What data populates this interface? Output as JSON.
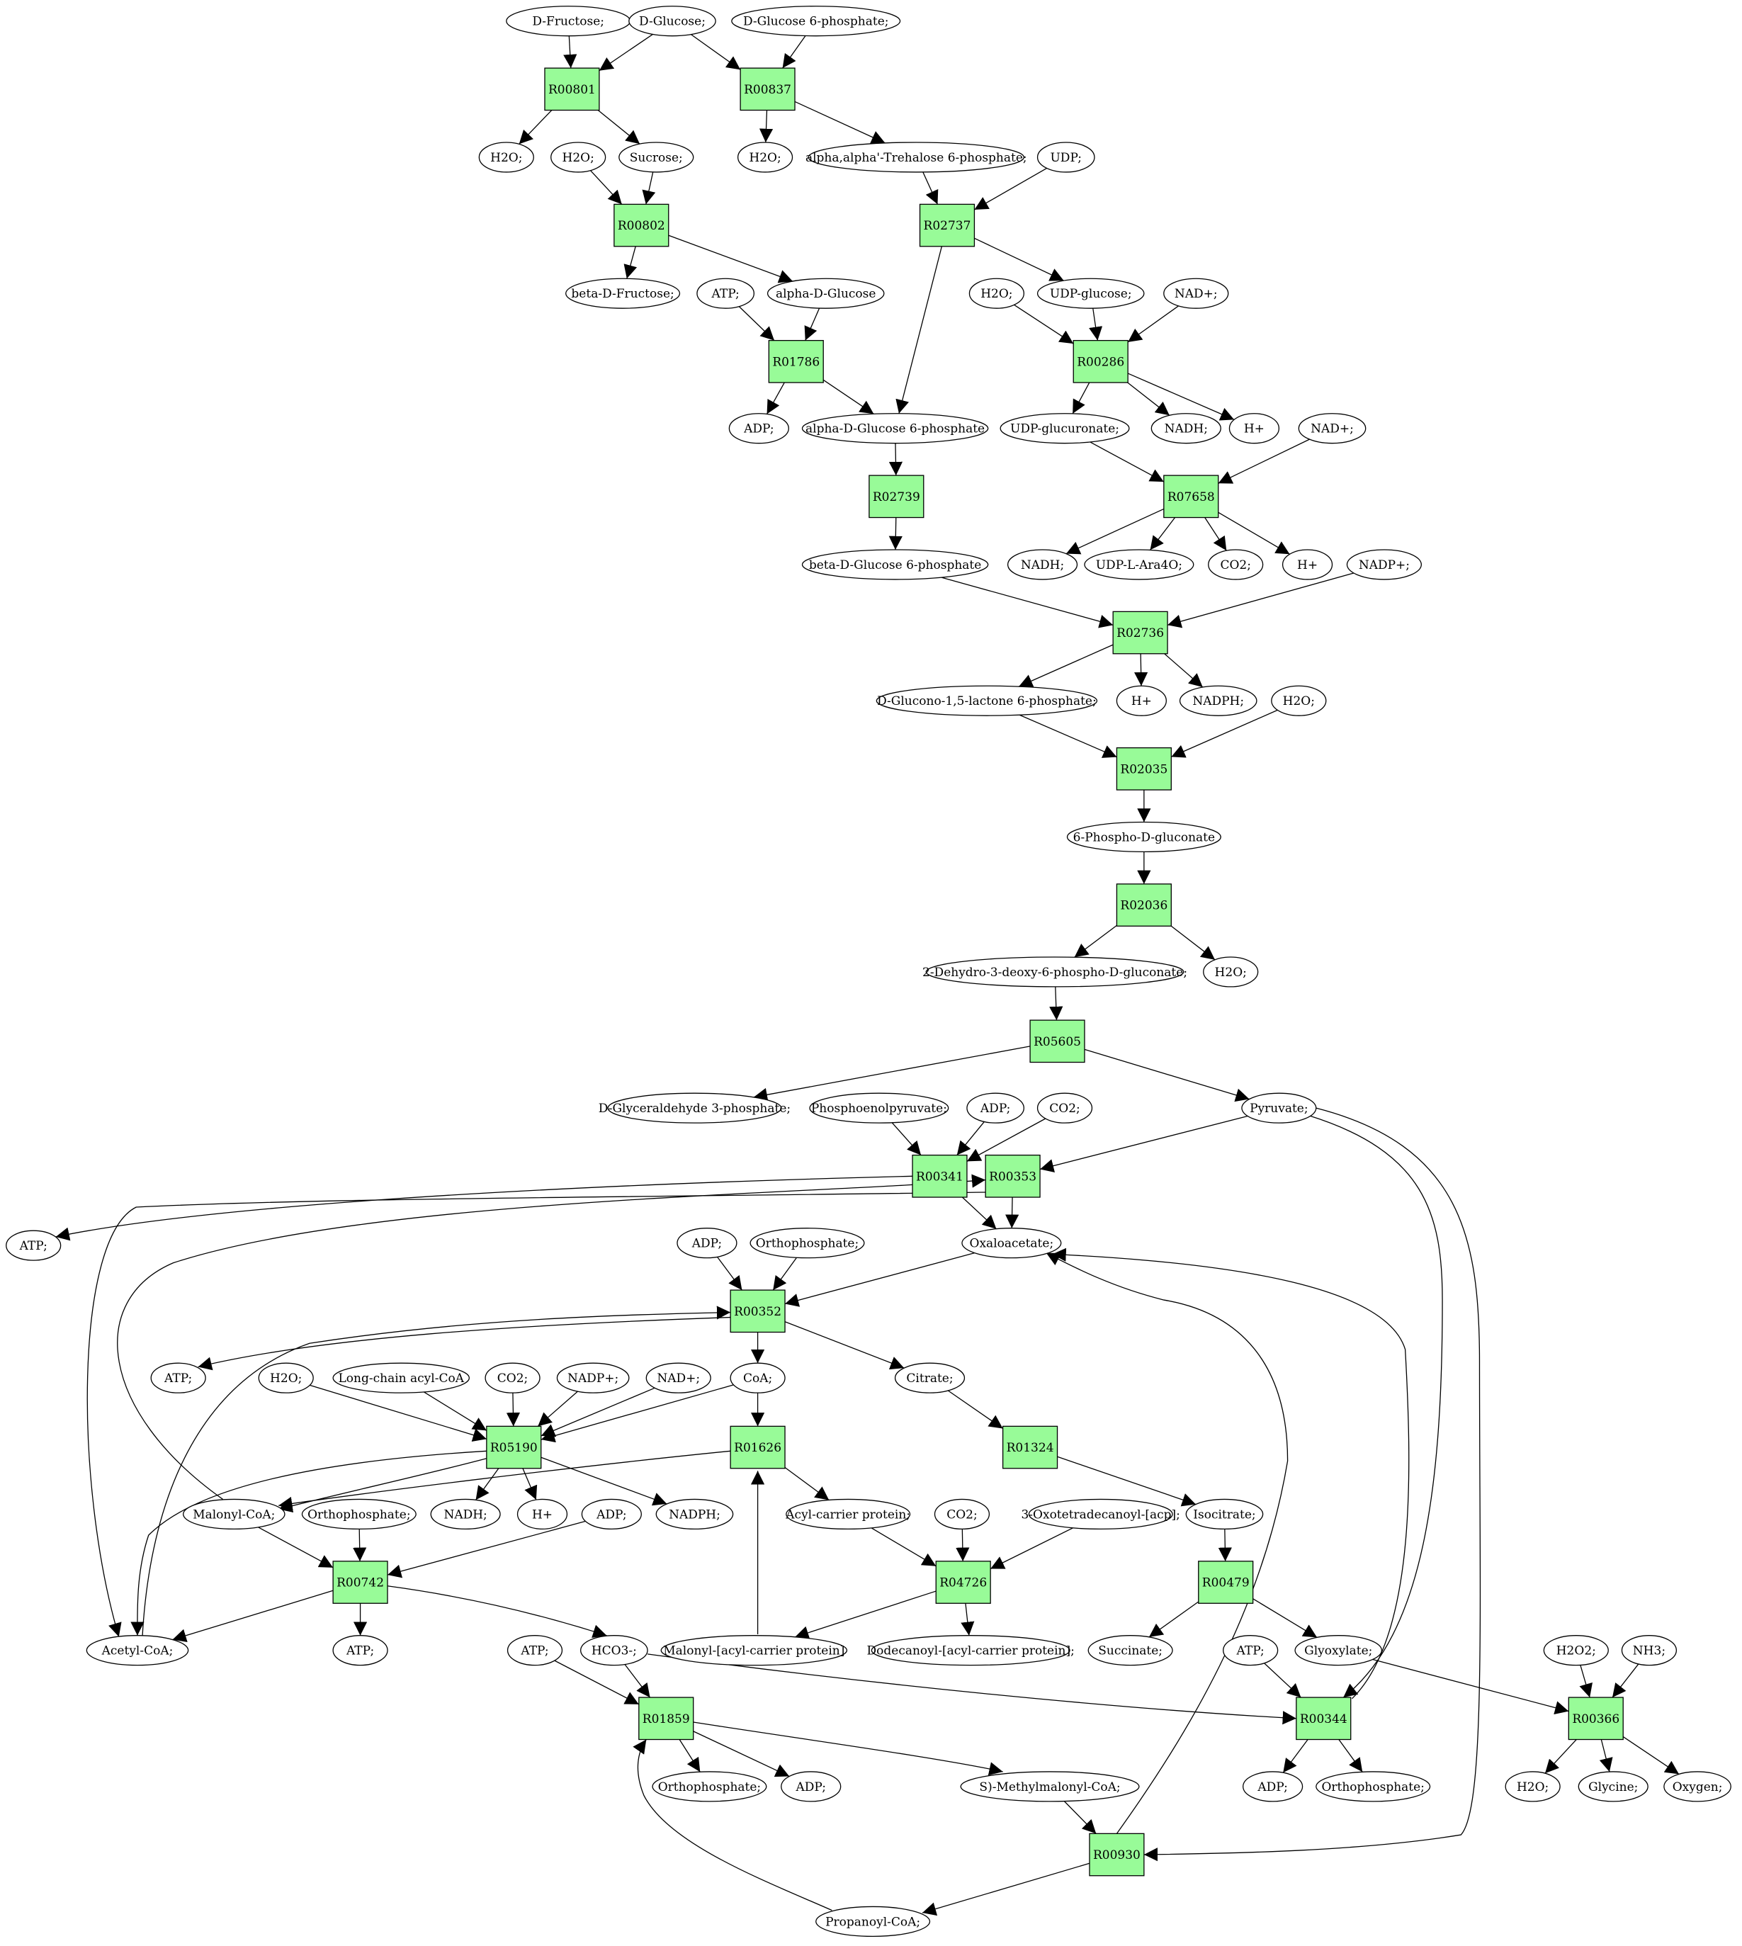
{
  "colors": {
    "reaction_fill": "#98fb98",
    "start_fill": "#00ff00",
    "target_fill": "#ffff00",
    "compound_fill": "#ffffff",
    "stroke": "#000000"
  },
  "nodes": [
    {
      "id": "n_dfructose",
      "kind": "compound",
      "label": "D-Fructose;"
    },
    {
      "id": "n_dglucose",
      "kind": "start",
      "label": "D-Glucose;"
    },
    {
      "id": "n_dg6p_top",
      "kind": "compound",
      "label": "D-Glucose 6-phosphate;"
    },
    {
      "id": "R00801",
      "kind": "reaction",
      "label": "R00801"
    },
    {
      "id": "R00837",
      "kind": "reaction",
      "label": "R00837"
    },
    {
      "id": "n_h2o_a",
      "kind": "compound",
      "label": "H2O;"
    },
    {
      "id": "n_h2o_b",
      "kind": "compound",
      "label": "H2O;"
    },
    {
      "id": "n_sucrose",
      "kind": "compound",
      "label": "Sucrose;"
    },
    {
      "id": "n_h2o_c",
      "kind": "compound",
      "label": "H2O;"
    },
    {
      "id": "n_trehalose6p",
      "kind": "compound",
      "label": "alpha,alpha'-Trehalose 6-phosphate;"
    },
    {
      "id": "n_udp",
      "kind": "compound",
      "label": "UDP;"
    },
    {
      "id": "R00802",
      "kind": "reaction",
      "label": "R00802"
    },
    {
      "id": "R02737",
      "kind": "reaction",
      "label": "R02737"
    },
    {
      "id": "n_betafructose",
      "kind": "compound",
      "label": "beta-D-Fructose;"
    },
    {
      "id": "n_atp_a",
      "kind": "compound",
      "label": "ATP;"
    },
    {
      "id": "n_alphaglucose",
      "kind": "compound",
      "label": "alpha-D-Glucose"
    },
    {
      "id": "n_h2o_d",
      "kind": "compound",
      "label": "H2O;"
    },
    {
      "id": "n_udpglucose",
      "kind": "compound",
      "label": "UDP-glucose;"
    },
    {
      "id": "n_nad_a",
      "kind": "compound",
      "label": "NAD+;"
    },
    {
      "id": "R01786",
      "kind": "reaction",
      "label": "R01786"
    },
    {
      "id": "R00286",
      "kind": "reaction",
      "label": "R00286"
    },
    {
      "id": "n_adp_a",
      "kind": "compound",
      "label": "ADP;"
    },
    {
      "id": "n_ag6p",
      "kind": "compound",
      "label": "alpha-D-Glucose 6-phosphate"
    },
    {
      "id": "n_udpglucuronate",
      "kind": "compound",
      "label": "UDP-glucuronate;"
    },
    {
      "id": "n_nadh_a",
      "kind": "compound",
      "label": "NADH;"
    },
    {
      "id": "n_hplus_a",
      "kind": "compound",
      "label": "H+"
    },
    {
      "id": "n_nad_b",
      "kind": "compound",
      "label": "NAD+;"
    },
    {
      "id": "R02739",
      "kind": "reaction",
      "label": "R02739"
    },
    {
      "id": "R07658",
      "kind": "reaction",
      "label": "R07658"
    },
    {
      "id": "n_bg6p",
      "kind": "compound",
      "label": "beta-D-Glucose 6-phosphate"
    },
    {
      "id": "n_nadh_b",
      "kind": "compound",
      "label": "NADH;"
    },
    {
      "id": "n_udplara4o",
      "kind": "compound",
      "label": "UDP-L-Ara4O;"
    },
    {
      "id": "n_co2_a",
      "kind": "compound",
      "label": "CO2;"
    },
    {
      "id": "n_hplus_b",
      "kind": "compound",
      "label": "H+"
    },
    {
      "id": "n_nadp_a",
      "kind": "compound",
      "label": "NADP+;"
    },
    {
      "id": "R02736",
      "kind": "reaction",
      "label": "R02736"
    },
    {
      "id": "n_glucono",
      "kind": "compound",
      "label": "D-Glucono-1,5-lactone 6-phosphate;"
    },
    {
      "id": "n_hplus_c",
      "kind": "compound",
      "label": "H+"
    },
    {
      "id": "n_nadph_a",
      "kind": "compound",
      "label": "NADPH;"
    },
    {
      "id": "n_h2o_e",
      "kind": "compound",
      "label": "H2O;"
    },
    {
      "id": "R02035",
      "kind": "reaction",
      "label": "R02035"
    },
    {
      "id": "n_6pg",
      "kind": "compound",
      "label": "6-Phospho-D-gluconate"
    },
    {
      "id": "R02036",
      "kind": "reaction",
      "label": "R02036"
    },
    {
      "id": "n_kdpg",
      "kind": "compound",
      "label": "2-Dehydro-3-deoxy-6-phospho-D-gluconate;"
    },
    {
      "id": "n_h2o_f",
      "kind": "compound",
      "label": "H2O;"
    },
    {
      "id": "R05605",
      "kind": "reaction",
      "label": "R05605"
    },
    {
      "id": "n_gap",
      "kind": "compound",
      "label": "D-Glyceraldehyde 3-phosphate;"
    },
    {
      "id": "n_pep",
      "kind": "compound",
      "label": "Phosphoenolpyruvate;"
    },
    {
      "id": "n_adp_b",
      "kind": "compound",
      "label": "ADP;"
    },
    {
      "id": "n_co2_b",
      "kind": "compound",
      "label": "CO2;"
    },
    {
      "id": "n_pyruvate",
      "kind": "compound",
      "label": "Pyruvate;"
    },
    {
      "id": "R00341",
      "kind": "reaction",
      "label": "R00341"
    },
    {
      "id": "R00353",
      "kind": "reaction",
      "label": "R00353"
    },
    {
      "id": "n_atp_b",
      "kind": "compound",
      "label": "ATP;"
    },
    {
      "id": "n_adp_c",
      "kind": "compound",
      "label": "ADP;"
    },
    {
      "id": "n_orthop_a",
      "kind": "compound",
      "label": "Orthophosphate;"
    },
    {
      "id": "n_oaa",
      "kind": "compound",
      "label": "Oxaloacetate;"
    },
    {
      "id": "R00352",
      "kind": "reaction",
      "label": "R00352"
    },
    {
      "id": "n_atp_c",
      "kind": "compound",
      "label": "ATP;"
    },
    {
      "id": "n_h2o_g",
      "kind": "compound",
      "label": "H2O;"
    },
    {
      "id": "n_lcacoa",
      "kind": "compound",
      "label": "Long-chain acyl-CoA"
    },
    {
      "id": "n_co2_c",
      "kind": "compound",
      "label": "CO2;"
    },
    {
      "id": "n_nadp_b",
      "kind": "compound",
      "label": "NADP+;"
    },
    {
      "id": "n_nad_c",
      "kind": "compound",
      "label": "NAD+;"
    },
    {
      "id": "n_coa",
      "kind": "compound",
      "label": "CoA;"
    },
    {
      "id": "n_citrate",
      "kind": "compound",
      "label": "Citrate;"
    },
    {
      "id": "R05190",
      "kind": "reaction",
      "label": "R05190"
    },
    {
      "id": "R01626",
      "kind": "reaction",
      "label": "R01626"
    },
    {
      "id": "R01324",
      "kind": "reaction",
      "label": "R01324"
    },
    {
      "id": "n_malonylcoa",
      "kind": "compound",
      "label": "Malonyl-CoA;"
    },
    {
      "id": "n_orthop_b",
      "kind": "compound",
      "label": "Orthophosphate;"
    },
    {
      "id": "n_nadh_c",
      "kind": "compound",
      "label": "NADH;"
    },
    {
      "id": "n_hplus_d",
      "kind": "compound",
      "label": "H+"
    },
    {
      "id": "n_adp_d",
      "kind": "compound",
      "label": "ADP;"
    },
    {
      "id": "n_nadph_b",
      "kind": "compound",
      "label": "NADPH;"
    },
    {
      "id": "n_acp",
      "kind": "compound",
      "label": "Acyl-carrier protein;"
    },
    {
      "id": "n_co2_d",
      "kind": "compound",
      "label": "CO2;"
    },
    {
      "id": "n_oxotetra",
      "kind": "compound",
      "label": "3-Oxotetradecanoyl-[acp];"
    },
    {
      "id": "n_isocitrate",
      "kind": "compound",
      "label": "Isocitrate;"
    },
    {
      "id": "R00742",
      "kind": "reaction",
      "label": "R00742"
    },
    {
      "id": "R04726",
      "kind": "reaction",
      "label": "R04726"
    },
    {
      "id": "R00479",
      "kind": "reaction",
      "label": "R00479"
    },
    {
      "id": "n_acetylcoa",
      "kind": "compound",
      "label": "Acetyl-CoA;"
    },
    {
      "id": "n_atp_d",
      "kind": "compound",
      "label": "ATP;"
    },
    {
      "id": "n_atp_e",
      "kind": "compound",
      "label": "ATP;"
    },
    {
      "id": "n_hco3",
      "kind": "compound",
      "label": "HCO3-;"
    },
    {
      "id": "n_malonylacp",
      "kind": "compound",
      "label": "Malonyl-[acyl-carrier protein]"
    },
    {
      "id": "n_dodecanoyl",
      "kind": "compound",
      "label": "Dodecanoyl-[acyl-carrier protein];"
    },
    {
      "id": "n_succinate",
      "kind": "compound",
      "label": "Succinate;"
    },
    {
      "id": "n_atp_f",
      "kind": "compound",
      "label": "ATP;"
    },
    {
      "id": "n_glyoxylate",
      "kind": "compound",
      "label": "Glyoxylate;"
    },
    {
      "id": "n_h2o2",
      "kind": "compound",
      "label": "H2O2;"
    },
    {
      "id": "n_nh3",
      "kind": "compound",
      "label": "NH3;"
    },
    {
      "id": "R01859",
      "kind": "reaction",
      "label": "R01859"
    },
    {
      "id": "R00344",
      "kind": "reaction",
      "label": "R00344"
    },
    {
      "id": "R00366",
      "kind": "reaction",
      "label": "R00366"
    },
    {
      "id": "n_orthop_c",
      "kind": "compound",
      "label": "Orthophosphate;"
    },
    {
      "id": "n_adp_e",
      "kind": "compound",
      "label": "ADP;"
    },
    {
      "id": "n_smethylmalonyl",
      "kind": "compound",
      "label": "S)-Methylmalonyl-CoA;"
    },
    {
      "id": "n_adp_f",
      "kind": "compound",
      "label": "ADP;"
    },
    {
      "id": "n_orthop_d",
      "kind": "compound",
      "label": "Orthophosphate;"
    },
    {
      "id": "n_h2o_h",
      "kind": "compound",
      "label": "H2O;"
    },
    {
      "id": "n_glycine",
      "kind": "target",
      "label": "Glycine;"
    },
    {
      "id": "n_oxygen",
      "kind": "compound",
      "label": "Oxygen;"
    },
    {
      "id": "R00930",
      "kind": "reaction",
      "label": "R00930"
    },
    {
      "id": "n_propanoylcoa",
      "kind": "compound",
      "label": "Propanoyl-CoA;"
    }
  ],
  "edges": [
    [
      "n_dfructose",
      "R00801"
    ],
    [
      "n_dglucose",
      "R00801"
    ],
    [
      "n_dglucose",
      "R00837"
    ],
    [
      "n_dg6p_top",
      "R00837"
    ],
    [
      "R00801",
      "n_h2o_a"
    ],
    [
      "R00801",
      "n_sucrose"
    ],
    [
      "R00837",
      "n_h2o_c"
    ],
    [
      "R00837",
      "n_trehalose6p"
    ],
    [
      "n_h2o_b",
      "R00802"
    ],
    [
      "n_sucrose",
      "R00802"
    ],
    [
      "n_trehalose6p",
      "R02737"
    ],
    [
      "n_udp",
      "R02737"
    ],
    [
      "R00802",
      "n_betafructose"
    ],
    [
      "R00802",
      "n_alphaglucose"
    ],
    [
      "R02737",
      "n_udpglucose"
    ],
    [
      "R02737",
      "n_ag6p"
    ],
    [
      "n_atp_a",
      "R01786"
    ],
    [
      "n_alphaglucose",
      "R01786"
    ],
    [
      "n_h2o_d",
      "R00286"
    ],
    [
      "n_udpglucose",
      "R00286"
    ],
    [
      "n_nad_a",
      "R00286"
    ],
    [
      "R01786",
      "n_adp_a"
    ],
    [
      "R01786",
      "n_ag6p"
    ],
    [
      "R00286",
      "n_udpglucuronate"
    ],
    [
      "R00286",
      "n_nadh_a"
    ],
    [
      "R00286",
      "n_hplus_a"
    ],
    [
      "n_ag6p",
      "R02739"
    ],
    [
      "n_udpglucuronate",
      "R07658"
    ],
    [
      "n_nad_b",
      "R07658"
    ],
    [
      "R02739",
      "n_bg6p"
    ],
    [
      "R07658",
      "n_nadh_b"
    ],
    [
      "R07658",
      "n_udplara4o"
    ],
    [
      "R07658",
      "n_co2_a"
    ],
    [
      "R07658",
      "n_hplus_b"
    ],
    [
      "n_bg6p",
      "R02736"
    ],
    [
      "n_nadp_a",
      "R02736"
    ],
    [
      "R02736",
      "n_glucono"
    ],
    [
      "R02736",
      "n_hplus_c"
    ],
    [
      "R02736",
      "n_nadph_a"
    ],
    [
      "n_glucono",
      "R02035"
    ],
    [
      "n_h2o_e",
      "R02035"
    ],
    [
      "R02035",
      "n_6pg"
    ],
    [
      "n_6pg",
      "R02036"
    ],
    [
      "R02036",
      "n_kdpg"
    ],
    [
      "R02036",
      "n_h2o_f"
    ],
    [
      "n_kdpg",
      "R05605"
    ],
    [
      "R05605",
      "n_gap"
    ],
    [
      "R05605",
      "n_pyruvate"
    ],
    [
      "n_pep",
      "R00341"
    ],
    [
      "n_adp_b",
      "R00341"
    ],
    [
      "n_co2_b",
      "R00341"
    ],
    [
      "n_pyruvate",
      "R00353"
    ],
    [
      "R00341",
      "n_atp_b"
    ],
    [
      "R00341",
      "n_oaa"
    ],
    [
      "R00353",
      "n_oaa"
    ],
    [
      "n_adp_c",
      "R00352"
    ],
    [
      "n_orthop_a",
      "R00352"
    ],
    [
      "n_oaa",
      "R00352"
    ],
    [
      "R00352",
      "n_atp_c"
    ],
    [
      "R00352",
      "n_coa"
    ],
    [
      "R00352",
      "n_citrate"
    ],
    [
      "n_h2o_g",
      "R05190"
    ],
    [
      "n_lcacoa",
      "R05190"
    ],
    [
      "n_co2_c",
      "R05190"
    ],
    [
      "n_nadp_b",
      "R05190"
    ],
    [
      "n_nad_c",
      "R05190"
    ],
    [
      "n_coa",
      "R05190"
    ],
    [
      "n_coa",
      "R01626"
    ],
    [
      "n_citrate",
      "R01324"
    ],
    [
      "R05190",
      "n_malonylcoa"
    ],
    [
      "R05190",
      "n_nadh_c"
    ],
    [
      "R05190",
      "n_hplus_d"
    ],
    [
      "R05190",
      "n_nadph_b"
    ],
    [
      "R05190",
      "n_acetylcoa"
    ],
    [
      "R01626",
      "n_malonylcoa"
    ],
    [
      "R01626",
      "n_acp"
    ],
    [
      "R01324",
      "n_isocitrate"
    ],
    [
      "n_malonylcoa",
      "R00742"
    ],
    [
      "n_orthop_b",
      "R00742"
    ],
    [
      "n_adp_d",
      "R00742"
    ],
    [
      "n_malonylcoa",
      "R00353"
    ],
    [
      "n_acp",
      "R04726"
    ],
    [
      "n_co2_d",
      "R04726"
    ],
    [
      "n_oxotetra",
      "R04726"
    ],
    [
      "n_isocitrate",
      "R00479"
    ],
    [
      "R00742",
      "n_acetylcoa"
    ],
    [
      "R00742",
      "n_atp_d"
    ],
    [
      "R00742",
      "n_hco3"
    ],
    [
      "R04726",
      "n_malonylacp"
    ],
    [
      "R04726",
      "n_dodecanoyl"
    ],
    [
      "R00479",
      "n_succinate"
    ],
    [
      "R00479",
      "n_glyoxylate"
    ],
    [
      "n_malonylacp",
      "R01626"
    ],
    [
      "n_acetylcoa",
      "R00352"
    ],
    [
      "R00353",
      "n_acetylcoa"
    ],
    [
      "n_atp_e",
      "R01859"
    ],
    [
      "n_hco3",
      "R01859"
    ],
    [
      "n_hco3",
      "R00344"
    ],
    [
      "n_atp_f",
      "R00344"
    ],
    [
      "n_pyruvate",
      "R00344"
    ],
    [
      "n_glyoxylate",
      "R00366"
    ],
    [
      "n_h2o2",
      "R00366"
    ],
    [
      "n_nh3",
      "R00366"
    ],
    [
      "R01859",
      "n_orthop_c"
    ],
    [
      "R01859",
      "n_adp_e"
    ],
    [
      "R01859",
      "n_smethylmalonyl"
    ],
    [
      "R00344",
      "n_adp_f"
    ],
    [
      "R00344",
      "n_orthop_d"
    ],
    [
      "R00344",
      "n_oaa"
    ],
    [
      "R00366",
      "n_h2o_h"
    ],
    [
      "R00366",
      "n_glycine"
    ],
    [
      "R00366",
      "n_oxygen"
    ],
    [
      "n_smethylmalonyl",
      "R00930"
    ],
    [
      "n_pyruvate",
      "R00930"
    ],
    [
      "R00930",
      "n_oaa"
    ],
    [
      "R00930",
      "n_propanoylcoa"
    ],
    [
      "n_propanoylcoa",
      "R01859"
    ]
  ]
}
